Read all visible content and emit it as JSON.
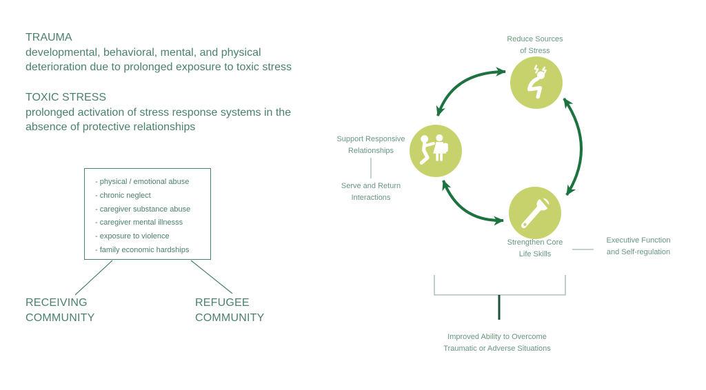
{
  "definitions": [
    {
      "term": "TRAUMA",
      "line1": "developmental, behavioral, mental, and physical",
      "line2": "deterioration due to prolonged exposure to toxic stress"
    },
    {
      "term": "TOXIC STRESS",
      "line1": "prolonged activation of stress response systems in the",
      "line2": "absence of protective relationships"
    }
  ],
  "stressor_box": {
    "items": [
      "- physical / emotional abuse",
      "- chronic neglect",
      "- caregiver substance abuse",
      "- caregiver mental illnesss",
      "- exposure to violence",
      "- family economic hardships"
    ]
  },
  "communities": [
    {
      "line1": "RECEIVING",
      "line2": "COMMUNITY"
    },
    {
      "line1": "REFUGEE",
      "line2": "COMMUNITY"
    }
  ],
  "cycle": {
    "reduce": {
      "line1": "Reduce Sources",
      "line2": "of Stress",
      "icon": "stressed-person-icon"
    },
    "support": {
      "line1": "Support Responsive",
      "line2": "Relationships",
      "icon": "adult-and-child-icon"
    },
    "serve": {
      "line1": "Serve and Return",
      "line2": "Interactions"
    },
    "strengthen": {
      "line1": "Strengthen Core",
      "line2": "Life Skills",
      "icon": "wrench-icon"
    },
    "executive": {
      "line1": "Executive Function",
      "line2": "and Self-regulation"
    },
    "outcome": {
      "line1": "Improved Ability to Overcome",
      "line2": "Traumatic or Adverse Situations"
    }
  },
  "colors": {
    "text_green": "#4a8169",
    "label_green": "#67977f",
    "circle_lime": "#c8d26c",
    "arrow_green": "#1d7340",
    "light_line": "#9cb8aa",
    "stem_dark": "#1c5038"
  }
}
